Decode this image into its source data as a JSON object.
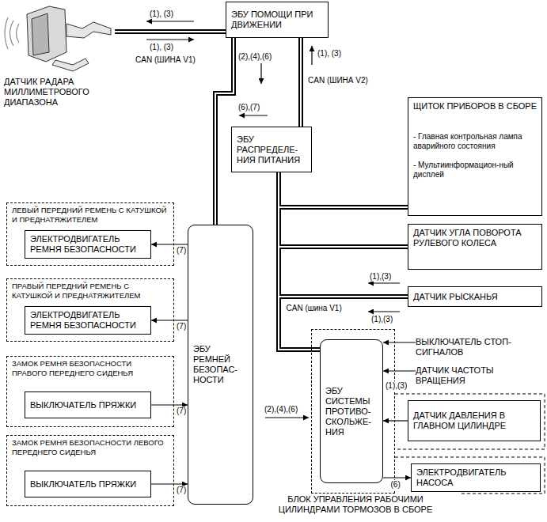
{
  "diagram": {
    "nodes": [
      {
        "text": [
          "ЭБУ ПОМОЩИ ПРИ ДВИЖЕНИИ"
        ]
      },
      {
        "text": [
          "ДАТЧИК РАДАРА МИЛЛИМЕТРОВОГО ДИАПАЗОНА"
        ]
      },
      {
        "text": [
          "ЭБУ РАСПРЕДЕЛЕ-НИЯ ПИТАНИЯ"
        ]
      },
      {
        "text": [
          "ЩИТОК ПРИБОРОВ В СБОРЕ",
          "- Главная контрольная лампа аварийного состояния",
          "- Мультиинформацион-ный дисплей"
        ]
      },
      {
        "text": [
          "ДАТЧИК УГЛА ПОВОРОТА РУЛЕВОГО КОЛЕСА"
        ]
      },
      {
        "text": [
          "ДАТЧИК РЫСКАНЬЯ"
        ]
      },
      {
        "text": [
          "БЛОК УПРАВЛЕНИЯ РАБОЧИМИ ЦИЛИНДРАМИ ТОРМОЗОВ В СБОРЕ"
        ]
      },
      {
        "text": [
          "ЭБУ СИСТЕМЫ ПРОТИВО-СКОЛЬЖЕ-НИЯ"
        ],
        "in": 6
      },
      {
        "text": [
          "ВЫКЛЮЧАТЕЛЬ СТОП-СИГНАЛОВ"
        ]
      },
      {
        "text": [
          "ДАТЧИК ЧАСТОТЫ ВРАЩЕНИЯ"
        ]
      },
      {
        "text": [
          "ДАТЧИК ДАВЛЕНИЯ В ГЛАВНОМ ЦИЛИНДРЕ"
        ]
      },
      {
        "text": [
          "ЭЛЕКТРОДВИГАТЕЛЬ НАСОСА"
        ]
      },
      {
        "text": [
          "ЭБУ РЕМНЕЙ БЕЗОПАС-НОСТИ"
        ]
      },
      {
        "text": [
          "ЛЕВЫЙ ПЕРЕДНИЙ РЕМЕНЬ С КАТУШКОЙ И ПРЕДНАТЯЖИТЕЛЕМ"
        ]
      },
      {
        "text": [
          "ЭЛЕКТРОДВИГАТЕЛЬ РЕМНЯ БЕЗОПАСНОСТИ"
        ],
        "in": 13
      },
      {
        "text": [
          "ПРАВЫЙ ПЕРЕДНИЙ РЕМЕНЬ С КАТУШКОЙ И ПРЕДНАТЯЖИТЕЛЕМ"
        ]
      },
      {
        "text": [
          "ЭЛЕКТРОДВИГАТЕЛЬ РЕМНЯ БЕЗОПАСНОСТИ"
        ],
        "in": 15
      },
      {
        "text": [
          "ЗАМОК РЕМНЯ БЕЗОПАСНОСТИ ПРАВОГО ПЕРЕДНЕГО СИДЕНЬЯ"
        ]
      },
      {
        "text": [
          "ВЫКЛЮЧАТЕЛЬ ПРЯЖКИ"
        ],
        "in": 17
      },
      {
        "text": [
          "ЗАМОК РЕМНЯ БЕЗОПАСНОСТИ ЛЕВОГО ПЕРЕДНЕГО СИДЕНЬЯ"
        ]
      },
      {
        "text": [
          "ВЫКЛЮЧАТЕЛЬ ПРЯЖКИ"
        ],
        "in": 19
      }
    ],
    "edges": [
      {
        "from": 0,
        "to": 1,
        "arrow": "none",
        "label": "CAN (ШИНА V1)"
      },
      {
        "from": 0,
        "to": 2,
        "arrow": "none",
        "label": "CAN (ШИНА V2)"
      },
      {
        "from": 0,
        "to": 12,
        "arrow": "none"
      },
      {
        "from": 2,
        "to": 3,
        "arrow": "none"
      },
      {
        "from": 2,
        "to": 4,
        "arrow": "none"
      },
      {
        "from": 2,
        "to": 5,
        "arrow": "none",
        "label": "CAN (шина V1)"
      },
      {
        "from": 2,
        "to": 7,
        "arrow": "none"
      },
      {
        "from": 8,
        "to": 7,
        "arrow": "to"
      },
      {
        "from": 9,
        "to": 7,
        "arrow": "to"
      },
      {
        "from": 10,
        "to": 7,
        "arrow": "to"
      },
      {
        "from": 7,
        "to": 11,
        "arrow": "to",
        "label": "(6)"
      },
      {
        "from": 12,
        "to": 14,
        "arrow": "to",
        "label": "(7)"
      },
      {
        "from": 12,
        "to": 16,
        "arrow": "to",
        "label": "(7)"
      },
      {
        "from": 18,
        "to": 12,
        "arrow": "to",
        "label": "(7)"
      },
      {
        "from": 20,
        "to": 12,
        "arrow": "to",
        "label": "(7)"
      }
    ],
    "labels": [
      "(1), (3)",
      "(1), (3)",
      "(2),(4),(6)",
      "(1), (3)",
      "(6),(7)",
      "(1),(3)",
      "(1),(3)",
      "(1),(3)",
      "(2),(4),(6)"
    ]
  }
}
